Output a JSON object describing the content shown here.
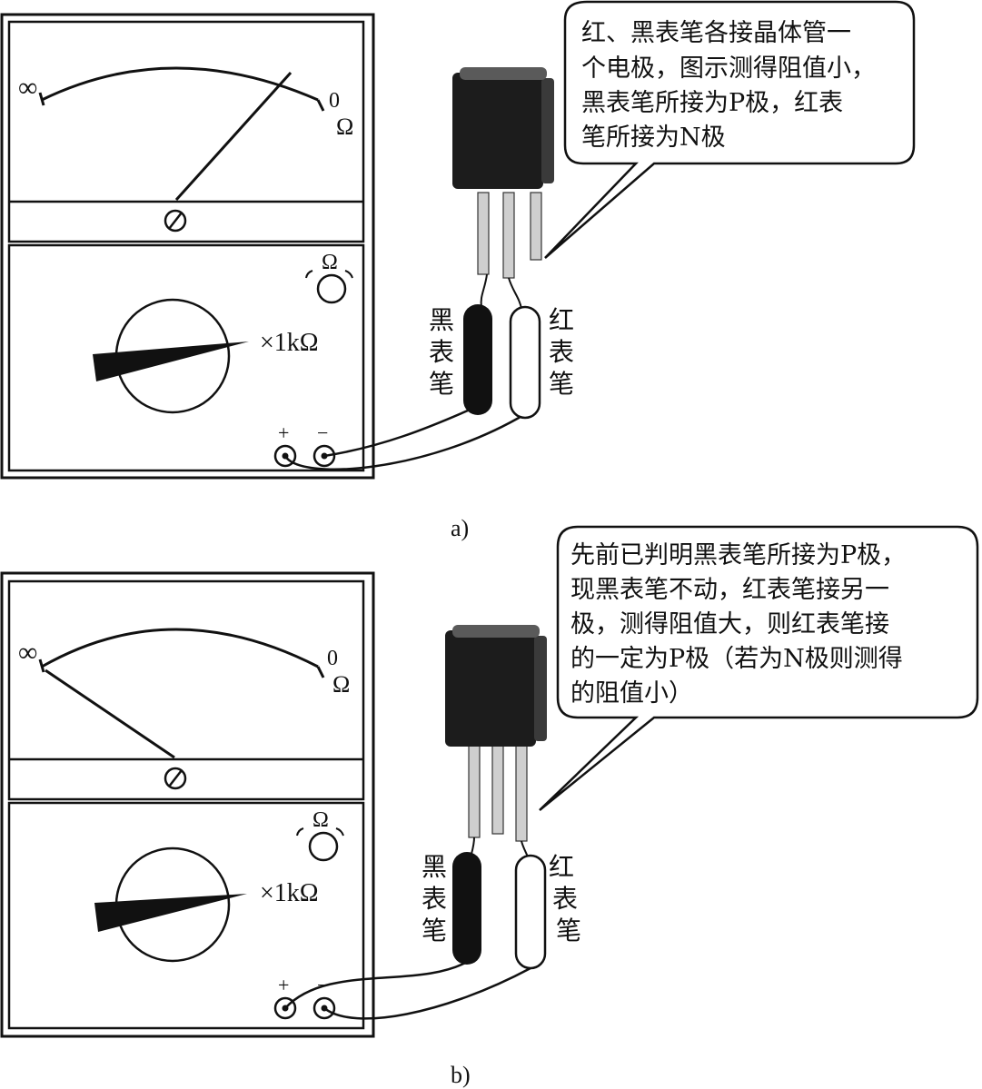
{
  "panels": [
    {
      "id": "a",
      "caption": "a)",
      "scale_infinity": "∞",
      "scale_zero": "0",
      "unit": "Ω",
      "adjust_label": "Ω",
      "range_label": "×1kΩ",
      "terminal_plus": "+",
      "terminal_minus": "−",
      "black_probe_label": [
        "黑",
        "表",
        "笔"
      ],
      "red_probe_label": [
        "红",
        "表",
        "笔"
      ],
      "callout_lines": [
        "红、黑表笔各接晶体管一",
        "个电极，图示测得阻值小，",
        "黑表笔所接为P极，红表",
        "笔所接为N极"
      ],
      "needle_position": "near-zero"
    },
    {
      "id": "b",
      "caption": "b)",
      "scale_infinity": "∞",
      "scale_zero": "0",
      "unit": "Ω",
      "adjust_label": "Ω",
      "range_label": "×1kΩ",
      "terminal_plus": "+",
      "terminal_minus": "−",
      "black_probe_label": [
        "黑",
        "表",
        "笔"
      ],
      "red_probe_label": [
        "红",
        "表",
        "笔"
      ],
      "callout_lines": [
        "先前已判明黑表笔所接为P极，",
        "现黑表笔不动，红表笔接另一",
        "极，测得阻值大，则红表笔接",
        "的一定为P极（若为N极则测得",
        "的阻值小）"
      ],
      "needle_position": "infinity"
    }
  ]
}
